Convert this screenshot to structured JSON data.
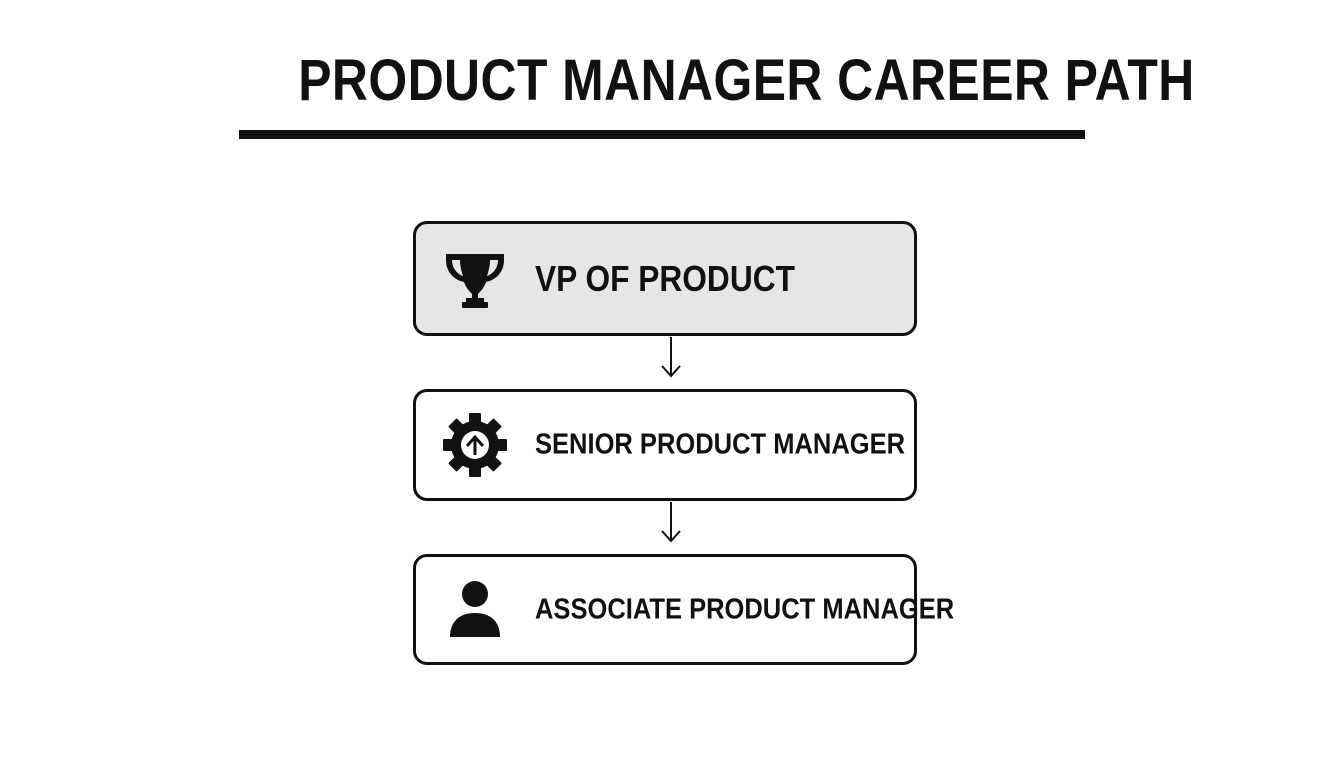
{
  "title": "PRODUCT MANAGER CAREER PATH",
  "nodes": [
    {
      "label": "VP OF PRODUCT",
      "icon": "trophy-icon"
    },
    {
      "label": "SENIOR PRODUCT MANAGER",
      "icon": "gear-arrow-up-icon"
    },
    {
      "label": "ASSOCIATE PRODUCT MANAGER",
      "icon": "person-icon"
    }
  ],
  "colors": {
    "text": "#111111",
    "top_node_fill": "#e6e6e6",
    "node_fill": "#ffffff"
  }
}
